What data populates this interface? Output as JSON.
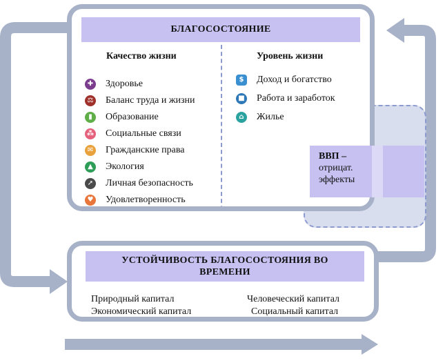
{
  "diagram": {
    "wellbeing": {
      "title": "БЛАГОСОСТОЯНИЕ",
      "quality_of_life": {
        "title": "Качество жизни",
        "items": [
          {
            "label": "Здоровье",
            "icon": "plus-icon",
            "color": "#7c3d8f"
          },
          {
            "label": "Баланс труда и жизни",
            "icon": "scales-icon",
            "color": "#a0302a"
          },
          {
            "label": "Образование",
            "icon": "book-icon",
            "color": "#5fae47"
          },
          {
            "label": "Социальные связи",
            "icon": "people-icon",
            "color": "#e4607b"
          },
          {
            "label": "Гражданские права",
            "icon": "envelope-icon",
            "color": "#e9a23b"
          },
          {
            "label": "Экология",
            "icon": "tree-icon",
            "color": "#2e9d57"
          },
          {
            "label": "Личная безопасность",
            "icon": "runner-icon",
            "color": "#4a4a4a"
          },
          {
            "label": "Удовлетворенность",
            "icon": "heart-icon",
            "color": "#e8753a"
          }
        ]
      },
      "living_standards": {
        "title": "Уровень жизни",
        "items": [
          {
            "label": "Доход и богатство",
            "icon": "money-icon",
            "color": "#3a8fd0"
          },
          {
            "label": "Работа и заработок",
            "icon": "briefcase-icon",
            "color": "#2f78b8"
          },
          {
            "label": "Жилье",
            "icon": "house-icon",
            "color": "#2aa3a0"
          }
        ]
      }
    },
    "gdp": {
      "title": "ВВП –",
      "line1": "отрицат.",
      "line2": "эффекты"
    },
    "sustainability": {
      "title_line1": "УСТОЙЧИВОСТЬ БЛАГОСОСТОЯНИЯ ВО",
      "title_line2": "ВРЕМЕНИ",
      "capitals": {
        "left_top": "Природный капитал",
        "left_bottom": "Экономический капитал",
        "right_top": "Человеческий капитал",
        "right_bottom": "Социальный капитал"
      }
    },
    "colors": {
      "arrow": "#a7b2c8",
      "header_fill": "#c6c1f1",
      "dashed": "#8c9ad0",
      "gdp_panel": "#ccd3ea"
    }
  }
}
